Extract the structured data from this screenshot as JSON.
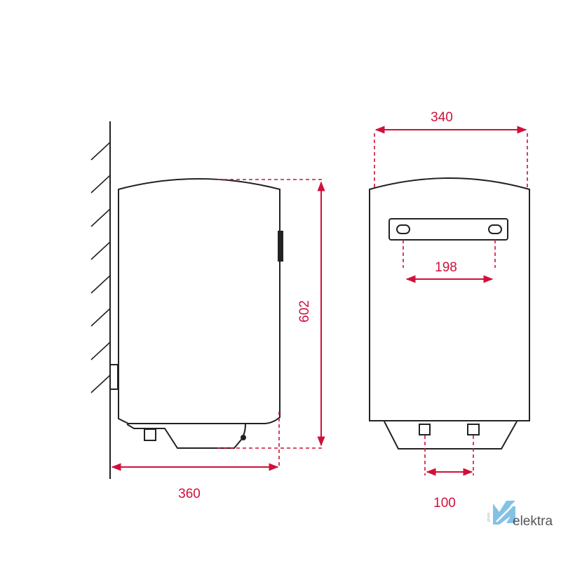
{
  "dimensions": {
    "side_depth": "360",
    "height": "602",
    "front_width": "340",
    "bracket_spacing": "198",
    "pipe_spacing": "100"
  },
  "logo": {
    "text": "elektra",
    "subtext": "grupa"
  },
  "colors": {
    "dimension": "#d0103a",
    "outline": "#222222",
    "logo_blue": "#6fb7e0"
  }
}
